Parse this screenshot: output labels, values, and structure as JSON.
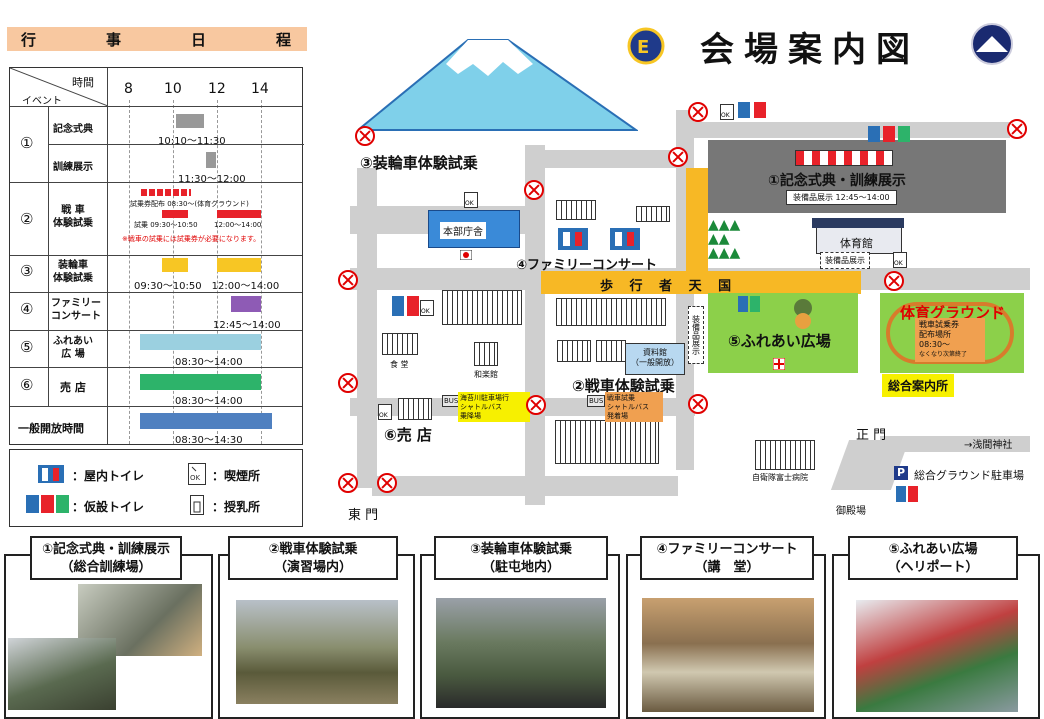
{
  "title": "会場案内図",
  "schedule": {
    "header": [
      "行",
      "事",
      "日",
      "程"
    ],
    "col_time": "時間",
    "col_event": "イベント",
    "hours": [
      "8",
      "10",
      "12",
      "14"
    ],
    "rows": [
      {
        "num": "①",
        "label": "記念式典",
        "time": "10:10～11:30"
      },
      {
        "label": "訓練展示",
        "time": "11:30～12:00"
      },
      {
        "num": "②",
        "label": "戦 車\n体験試乗",
        "line1": "試乗券配布 08:30～(体育グラウンド)",
        "line2a": "試乗 09:30～10:50",
        "line2b": "12:00～14:00",
        "note": "※戦車の試乗には試乗券が必要になります。"
      },
      {
        "num": "③",
        "label": "装輪車\n体験試乗",
        "time": "09:30～10:50　12:00～14:00"
      },
      {
        "num": "④",
        "label": "ファミリー\nコンサート",
        "time": "12:45～14:00"
      },
      {
        "num": "⑤",
        "label": "ふれあい\n広 場",
        "time": "08:30～14:00"
      },
      {
        "num": "⑥",
        "label": "売 店",
        "time": "08:30～14:00"
      },
      {
        "label": "一般開放時間",
        "time": "08:30～14:30"
      }
    ],
    "colors": {
      "row1": "#999999",
      "row2": "#e8222a",
      "row3": "#f7c624",
      "row4": "#8e5bb5",
      "row5": "#9bd0e0",
      "row6": "#2db36a",
      "row7": "#4f80c0"
    }
  },
  "legend": {
    "indoor_toilet": "：屋内トイレ",
    "smoking": "：喫煙所",
    "temp_toilet": "：仮設トイレ",
    "nursing": "：授乳所"
  },
  "map": {
    "l1": "①記念式典・訓練展示",
    "l2": "②戦車体験試乗",
    "l3": "③装輪車体験試乗",
    "l4": "④ファミリーコンサート",
    "l5": "⑤ふれあい広場",
    "l6": "⑥売 店",
    "hq": "本部庁舎",
    "pedestrian": "歩 行 者 天 国",
    "gym": "体育館",
    "ground": "体育グラウンド",
    "ground_sub1": "戦車試乗券",
    "ground_sub2": "配布場所",
    "ground_sub3": "08:30～",
    "ground_sub4": "なくなり次第終了",
    "info": "総合案内所",
    "main_gate": "正 門",
    "east_gate": "東 門",
    "shrine": "→浅間神社",
    "gotemba": "御殿場",
    "parking_p": "P",
    "parking": "総合グラウンド駐車場",
    "equipment1": "装備品展示 12:45～14:00",
    "equipment2": "装備品展示",
    "equipment3": "装備品展示",
    "museum1": "資料館",
    "museum2": "（一般開放）",
    "bus1a": "海苔川駐車場行",
    "bus1b": "シャトルバス",
    "bus1c": "乗降場",
    "bus2a": "戦車試乗",
    "bus2b": "シャトルバス",
    "bus2c": "発着場",
    "bus_tag": "BUS",
    "hospital": "自衛隊富士病院",
    "dining": "食 堂",
    "wakan": "和楽館"
  },
  "photos": [
    {
      "title": "①記念式典・訓練展示",
      "sub": "（総合訓練場）"
    },
    {
      "title": "②戦車体験試乗",
      "sub": "（演習場内）"
    },
    {
      "title": "③装輪車体験試乗",
      "sub": "（駐屯地内）"
    },
    {
      "title": "④ファミリーコンサート",
      "sub": "（講　堂）"
    },
    {
      "title": "⑤ふれあい広場",
      "sub": "（ヘリポート）"
    }
  ]
}
